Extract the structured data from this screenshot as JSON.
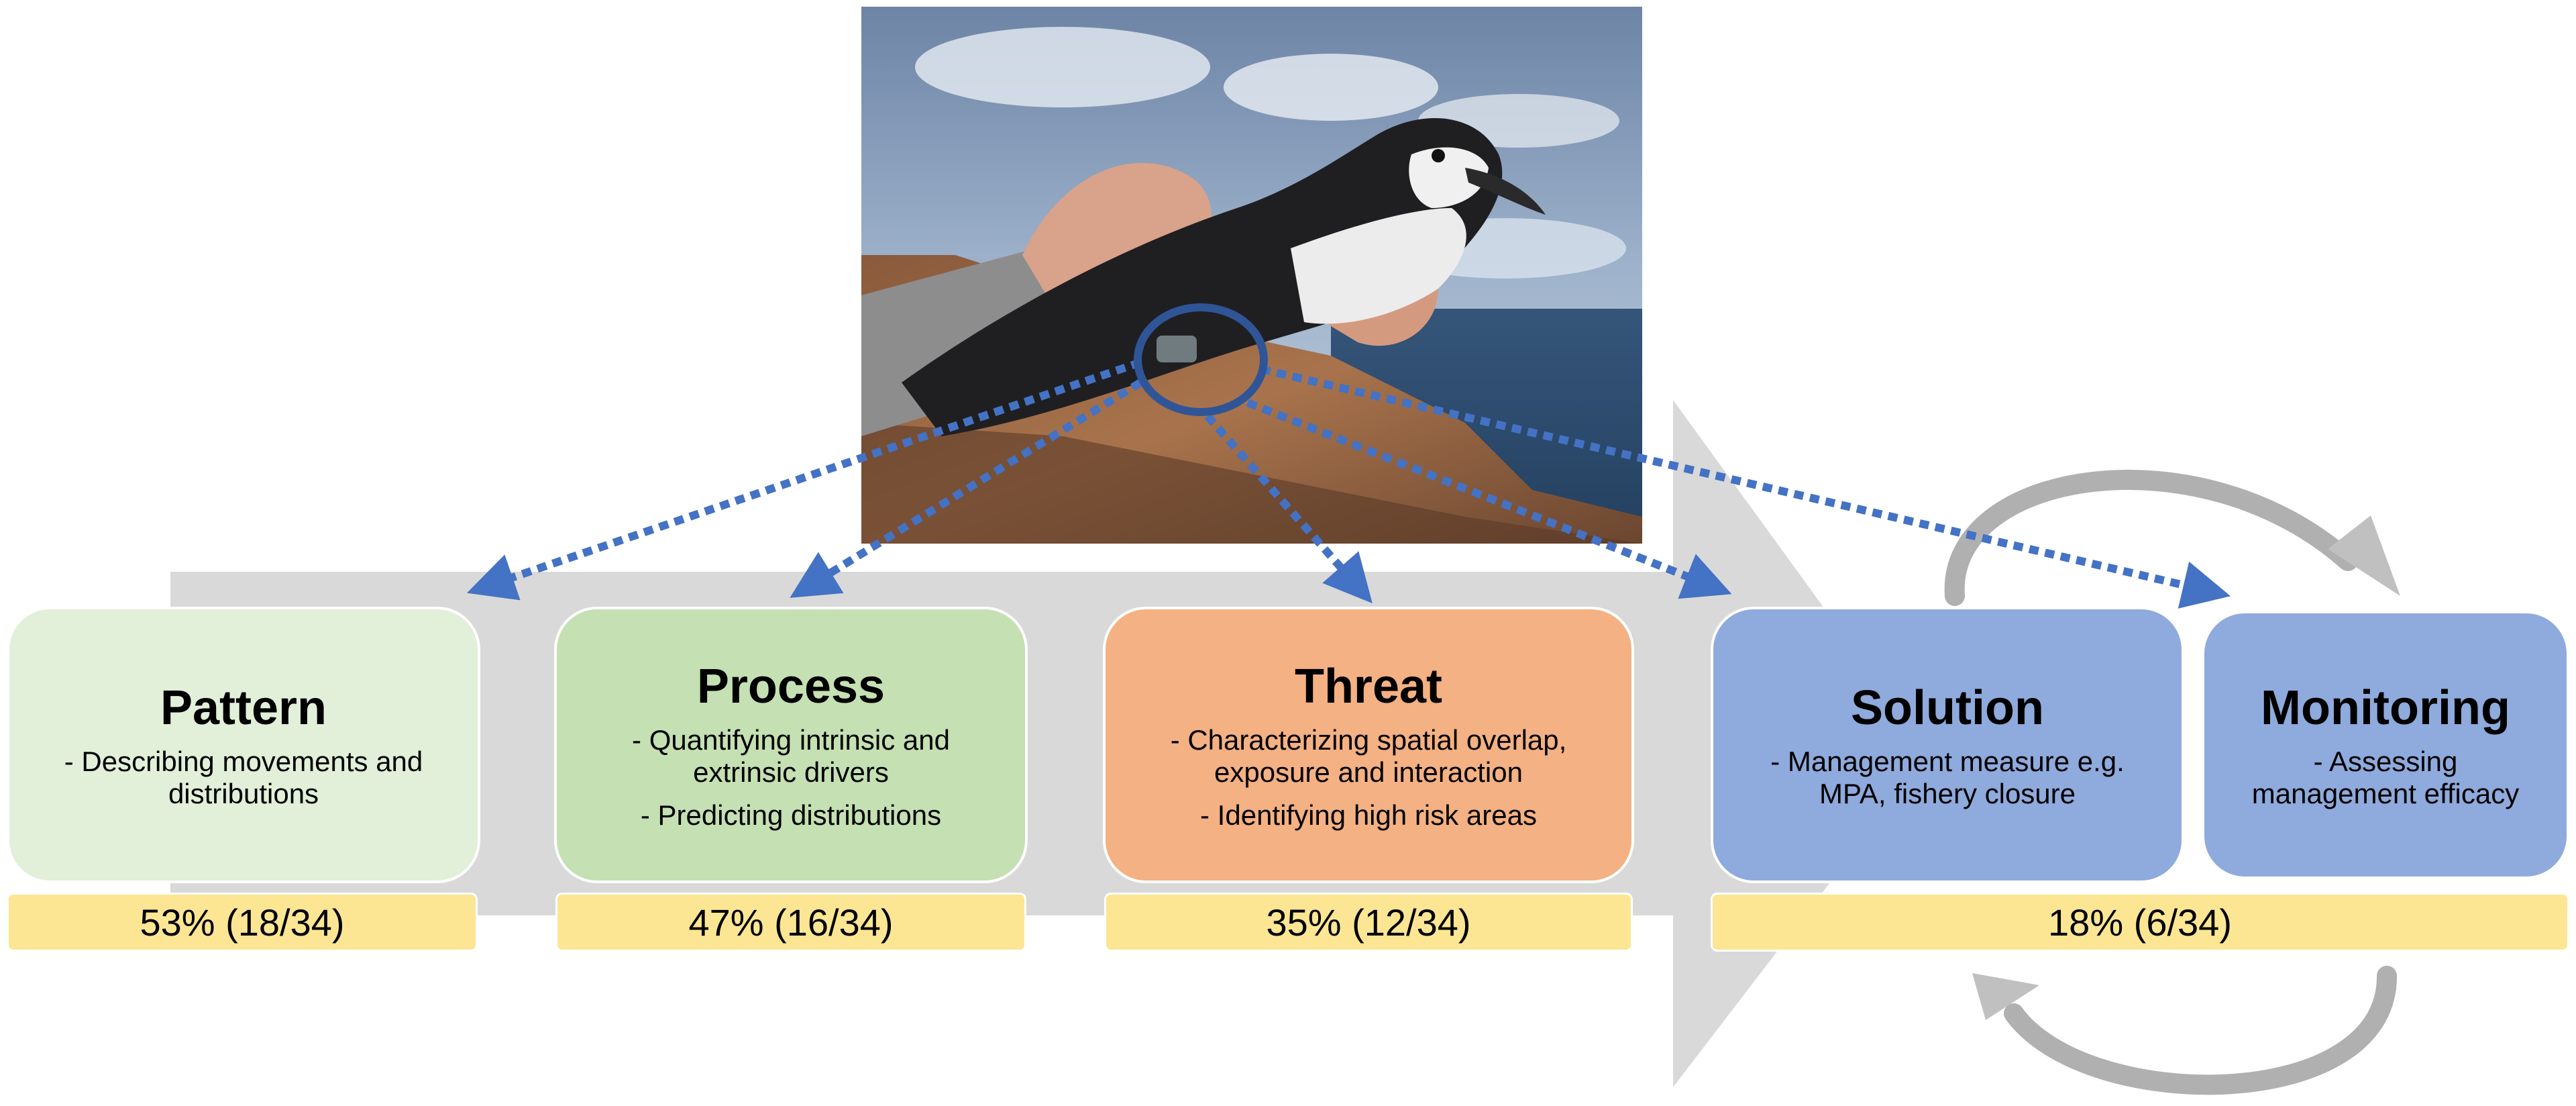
{
  "stages": [
    {
      "title": "Pattern",
      "lines": [
        "- Describing movements and distributions"
      ],
      "fill": "#e2efd9"
    },
    {
      "title": "Process",
      "lines": [
        "- Quantifying intrinsic and extrinsic drivers",
        "- Predicting distributions"
      ],
      "fill": "#c5e0b3"
    },
    {
      "title": "Threat",
      "lines": [
        "- Characterizing spatial overlap, exposure and interaction",
        "- Identifying high risk areas"
      ],
      "fill": "#f4b183"
    },
    {
      "title": "Solution",
      "lines": [
        "- Management measure e.g. MPA, fishery closure"
      ],
      "fill": "#8faadc"
    },
    {
      "title": "Monitoring",
      "lines": [
        "- Assessing management efficacy"
      ],
      "fill": "#8faadc"
    }
  ],
  "percentages": [
    {
      "label": "53% (18/34)",
      "value": 53,
      "count": 18,
      "total": 34
    },
    {
      "label": "47% (16/34)",
      "value": 47,
      "count": 16,
      "total": 34
    },
    {
      "label": "35% (12/34)",
      "value": 35,
      "count": 12,
      "total": 34
    },
    {
      "label": "18% (6/34)",
      "value": 18,
      "count": 6,
      "total": 34
    }
  ],
  "colors": {
    "big_arrow": "#d9d9d9",
    "dotted_arrow": "#4472c4",
    "cycle_arrow": "#b0b0b0",
    "percent_bar": "#fce694"
  },
  "photo": {
    "subject": "seabird-with-tracking-device"
  }
}
